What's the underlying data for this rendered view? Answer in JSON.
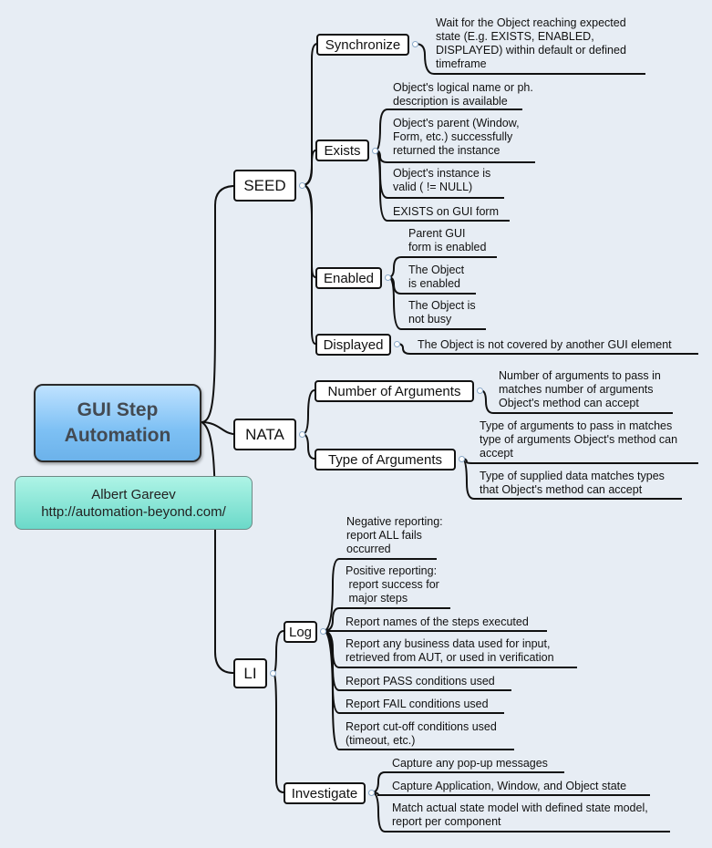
{
  "root": {
    "line1": "GUI Step",
    "line2": "Automation"
  },
  "author": {
    "name": "Albert Gareev",
    "url": "http://automation-beyond.com/"
  },
  "branches": {
    "seed": {
      "label": "SEED",
      "synchronize": {
        "label": "Synchronize",
        "leaves": [
          "Wait for the Object reaching expected\nstate (E.g. EXISTS, ENABLED,\nDISPLAYED) within default or defined\ntimeframe"
        ]
      },
      "exists": {
        "label": "Exists",
        "leaves": [
          "Object's logical name or ph.\ndescription is available",
          "Object's parent (Window,\nForm, etc.) successfully\nreturned the instance",
          "Object's instance is\nvalid ( != NULL)",
          "EXISTS on GUI form"
        ]
      },
      "enabled": {
        "label": "Enabled",
        "leaves": [
          "Parent GUI\nform is enabled",
          "The Object\nis enabled",
          "The Object is\nnot busy"
        ]
      },
      "displayed": {
        "label": "Displayed",
        "leaves": [
          "The Object is not covered by another GUI element"
        ]
      }
    },
    "nata": {
      "label": "NATA",
      "number_of_arguments": {
        "label": "Number of Arguments",
        "leaves": [
          "Number of arguments to pass in\nmatches number of arguments\nObject's method can accept"
        ]
      },
      "type_of_arguments": {
        "label": "Type of Arguments",
        "leaves": [
          "Type of arguments to pass in matches\ntype of arguments Object's method can\naccept",
          "Type of supplied data matches types\nthat Object's method can accept"
        ]
      }
    },
    "li": {
      "label": "LI",
      "log": {
        "label": "Log",
        "leaves": [
          "Negative reporting:\nreport ALL fails\noccurred",
          "Positive reporting:\n report success for\n major steps",
          "Report names of the steps executed",
          "Report any business data used for input,\nretrieved from AUT, or used in verification",
          "Report PASS conditions used",
          "Report FAIL conditions used",
          "Report cut-off conditions used\n(timeout, etc.)"
        ]
      },
      "investigate": {
        "label": "Investigate",
        "leaves": [
          "Capture any pop-up messages",
          "Capture Application, Window, and Object state",
          "Match actual state model with defined state model,\nreport per component"
        ]
      }
    }
  }
}
